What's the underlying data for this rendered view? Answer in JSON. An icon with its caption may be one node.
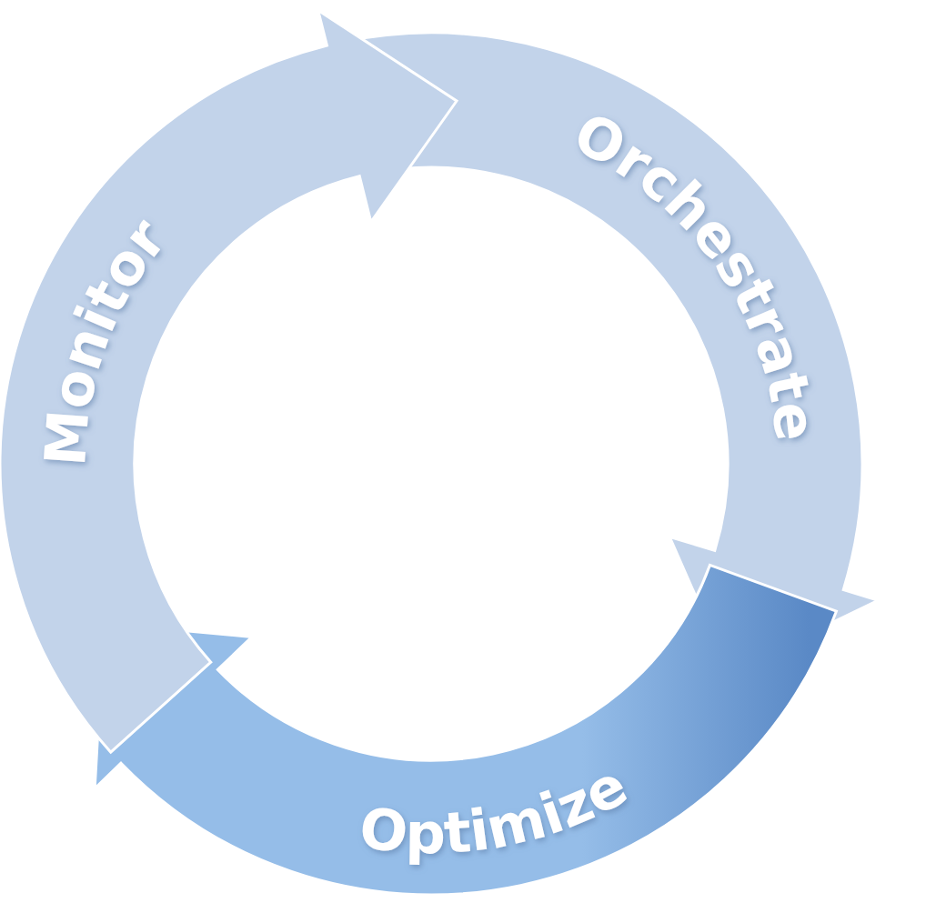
{
  "diagram": {
    "nodes": [
      {
        "text": [
          "Monitor"
        ]
      },
      {
        "text": [
          "Orchestrate"
        ]
      },
      {
        "text": [
          "Optimize"
        ]
      }
    ]
  }
}
